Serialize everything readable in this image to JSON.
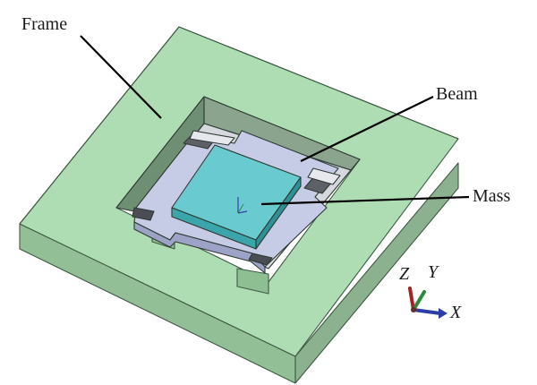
{
  "labels": {
    "frame": "Frame",
    "beam": "Beam",
    "mass": "Mass"
  },
  "axes": {
    "z": "Z",
    "y": "Y",
    "x": "X"
  },
  "colors": {
    "frame_top": "#9dd4a2",
    "frame_side": "#86b98c",
    "frame_inner_wall": "#7fa884",
    "beam_plate": "#c8cde6",
    "mass_top": "#5ec8cc",
    "mass_side": "#3aa7ad",
    "axis_x": "#2b3fa6",
    "axis_y": "#2a8a3a",
    "axis_z": "#b02020"
  }
}
